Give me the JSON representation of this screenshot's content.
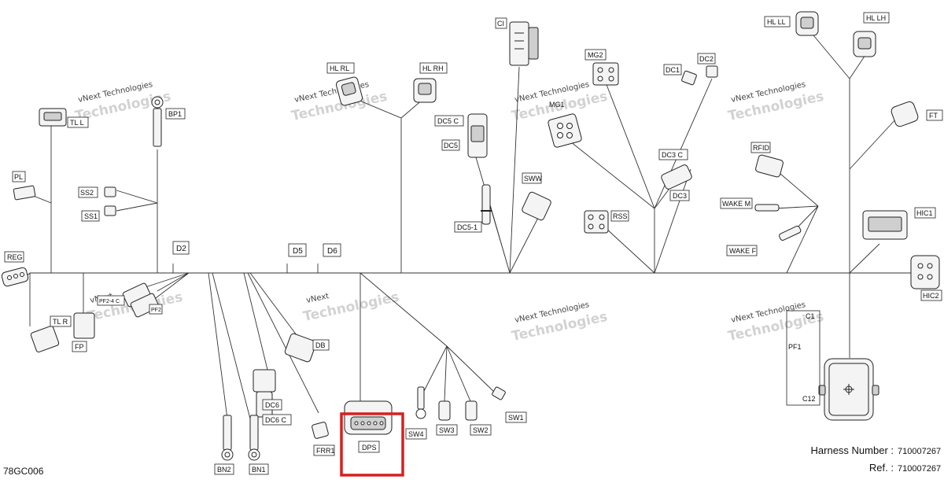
{
  "drawing_id": "78GC006",
  "harness": {
    "number_label": "Harness Number :",
    "number_value": "710007267",
    "ref_label": "Ref. :",
    "ref_value": "710007267"
  },
  "watermark": {
    "line1": "vNext Technologies",
    "big": "Technologies",
    "line0": "vNext"
  },
  "highlight_color": "#d62020",
  "labels": {
    "CI": "CI",
    "HL_LL": "HL LL",
    "HL_LH": "HL LH",
    "HL_RL": "HL RL",
    "HL_RH": "HL RH",
    "MG2": "MG2",
    "DC1": "DC1",
    "DC2": "DC2",
    "FT": "FT",
    "TL_L": "TL L",
    "BP1": "BP1",
    "DC5_C": "DC5 C",
    "DC5": "DC5",
    "MG1": "MG1",
    "DC3_C": "DC3 C",
    "DC3": "DC3",
    "RFID": "RFID",
    "PL": "PL",
    "SS2": "SS2",
    "SS1": "SS1",
    "SWW": "SWW",
    "DC5_1": "DC5-1",
    "RSS": "RSS",
    "WAKE_M": "WAKE M",
    "WAKE_F": "WAKE F",
    "HIC1": "HIC1",
    "REG": "REG",
    "D2": "D2",
    "D5": "D5",
    "D6": "D6",
    "HIC2": "HIC2",
    "PF2_4_C": "PF2-4 C",
    "PF2": "PF2",
    "TL_R": "TL R",
    "FP": "FP",
    "DB": "DB",
    "C1": "C1",
    "PF1": "PF1",
    "C12": "C12",
    "DC6": "DC6",
    "DC6_C": "DC6 C",
    "SW1": "SW1",
    "SW2": "SW2",
    "SW3": "SW3",
    "SW4": "SW4",
    "FRR1": "FRR1",
    "DPS": "DPS",
    "BN2": "BN2",
    "BN1": "BN1"
  }
}
